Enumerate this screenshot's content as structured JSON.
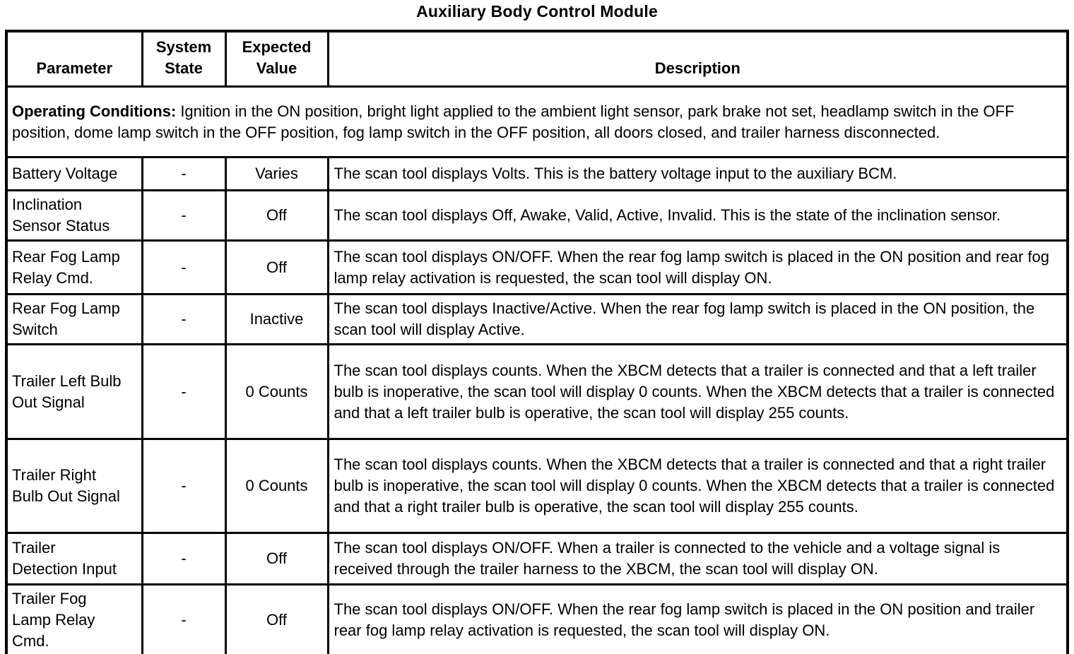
{
  "title": "Auxiliary Body Control Module",
  "table": {
    "headers": {
      "parameter": "Parameter",
      "system_state": "System\nState",
      "expected_value": "Expected\nValue",
      "description": "Description"
    },
    "operating_conditions": {
      "label": "Operating Conditions:",
      "text": " Ignition in the ON position, bright light applied to the ambient light sensor, park brake not set, headlamp switch in the OFF position, dome lamp switch in the OFF position, fog lamp switch in the OFF position, all doors closed, and trailer harness disconnected."
    },
    "rows": [
      {
        "parameter": "Battery Voltage",
        "system_state": "-",
        "expected_value": "Varies",
        "description": "The scan tool displays Volts. This is the battery voltage input to the auxiliary BCM."
      },
      {
        "parameter": "Inclination\nSensor Status",
        "system_state": "-",
        "expected_value": "Off",
        "description": "The scan tool displays Off, Awake, Valid, Active, Invalid. This is the state of the inclination sensor."
      },
      {
        "parameter": "Rear Fog Lamp\nRelay Cmd.",
        "system_state": "-",
        "expected_value": "Off",
        "description": "The scan tool displays ON/OFF. When the rear fog lamp switch is placed in the ON position and rear fog lamp relay activation is requested, the scan tool will display ON."
      },
      {
        "parameter": "Rear Fog Lamp\nSwitch",
        "system_state": "-",
        "expected_value": "Inactive",
        "description": "The scan tool displays Inactive/Active. When the rear fog lamp switch is placed in the ON position, the scan tool will display Active."
      },
      {
        "parameter": "Trailer Left Bulb\nOut Signal",
        "system_state": "-",
        "expected_value": "0 Counts",
        "description": "The scan tool displays counts. When the XBCM detects that a trailer is connected and that a left trailer bulb is inoperative, the scan tool will display 0 counts. When the XBCM detects that a trailer is connected and that a left trailer bulb is operative, the scan tool will display 255 counts."
      },
      {
        "parameter": "Trailer Right\nBulb Out Signal",
        "system_state": "-",
        "expected_value": "0 Counts",
        "description": "The scan tool displays counts. When the XBCM detects that a trailer is connected and that a right trailer bulb is inoperative, the scan tool will display 0 counts. When the XBCM detects that a trailer is connected and that a right trailer bulb is operative, the scan tool will display 255 counts."
      },
      {
        "parameter": "Trailer\nDetection Input",
        "system_state": "-",
        "expected_value": "Off",
        "description": "The scan tool displays ON/OFF. When a trailer is connected to the vehicle and a voltage signal is received through the trailer harness to the XBCM, the scan tool will display ON."
      },
      {
        "parameter": "Trailer Fog\nLamp Relay\nCmd.",
        "system_state": "-",
        "expected_value": "Off",
        "description": "The scan tool displays ON/OFF. When the rear fog lamp switch is placed in the ON position and trailer rear fog lamp relay activation is requested, the scan tool will display ON."
      }
    ]
  }
}
